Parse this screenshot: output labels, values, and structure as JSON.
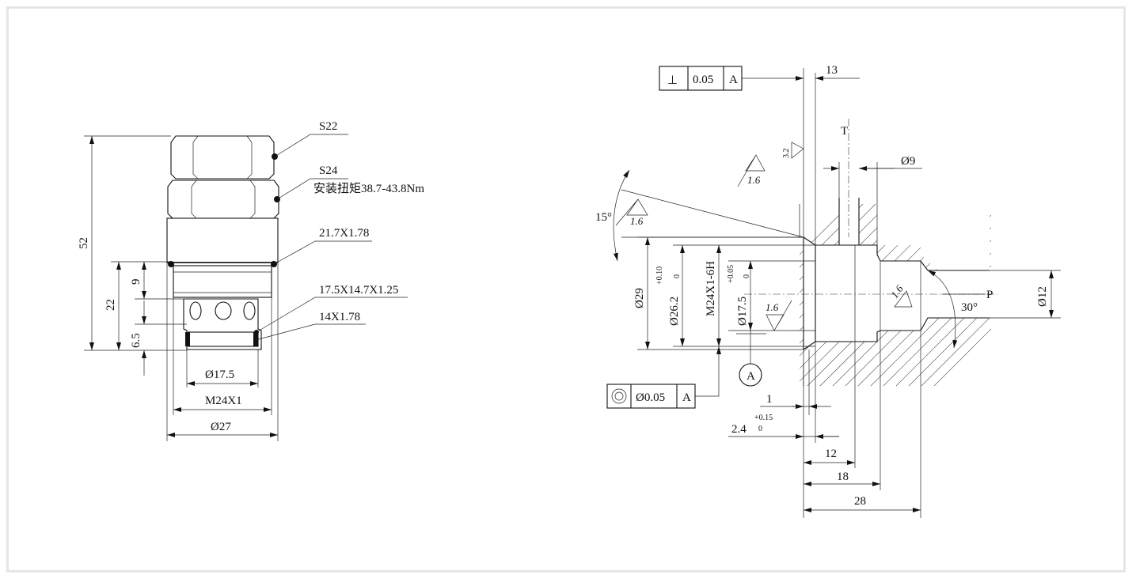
{
  "left_view": {
    "s22": "S22",
    "s24": "S24",
    "torque": "安装扭矩38.7-43.8Nm",
    "oring_1": "21.7X1.78",
    "oring_2": "17.5X14.7X1.25",
    "oring_3": "14X1.78",
    "dim_52": "52",
    "dim_22": "22",
    "dim_9": "9",
    "dim_6_5": "6.5",
    "dim_d17_5": "Ø17.5",
    "dim_m24": "M24X1",
    "dim_d27": "Ø27"
  },
  "right_view": {
    "perp_symbol": "⊥",
    "perp_tol": "0.05",
    "perp_ref": "A",
    "dim_13": "13",
    "port_t": "T",
    "rough_3_2": "3.2",
    "rough_1_6_a": "1.6",
    "dim_d9": "Ø9",
    "angle_15": "15°",
    "rough_1_6_b": "1.6",
    "dim_d29": "Ø29",
    "dim_d26_2": "Ø26.2",
    "tol_26_2_up": "+0.10",
    "tol_26_2_lo": "0",
    "thread": "M24X1-6H",
    "dim_d17_5": "Ø17.5",
    "tol_17_5_up": "+0.05",
    "tol_17_5_lo": "0",
    "rough_1_6_c": "1.6",
    "rough_1_6_d": "1.6",
    "port_p": "P",
    "angle_30": "30°",
    "dim_d12": "Ø12",
    "datum_a": "A",
    "conc_tol": "Ø0.05",
    "conc_ref": "A",
    "dim_1": "1",
    "dim_2_4": "2.4",
    "tol_2_4_up": "+0.15",
    "tol_2_4_lo": "0",
    "dim_12": "12",
    "dim_18": "18",
    "dim_28": "28"
  }
}
